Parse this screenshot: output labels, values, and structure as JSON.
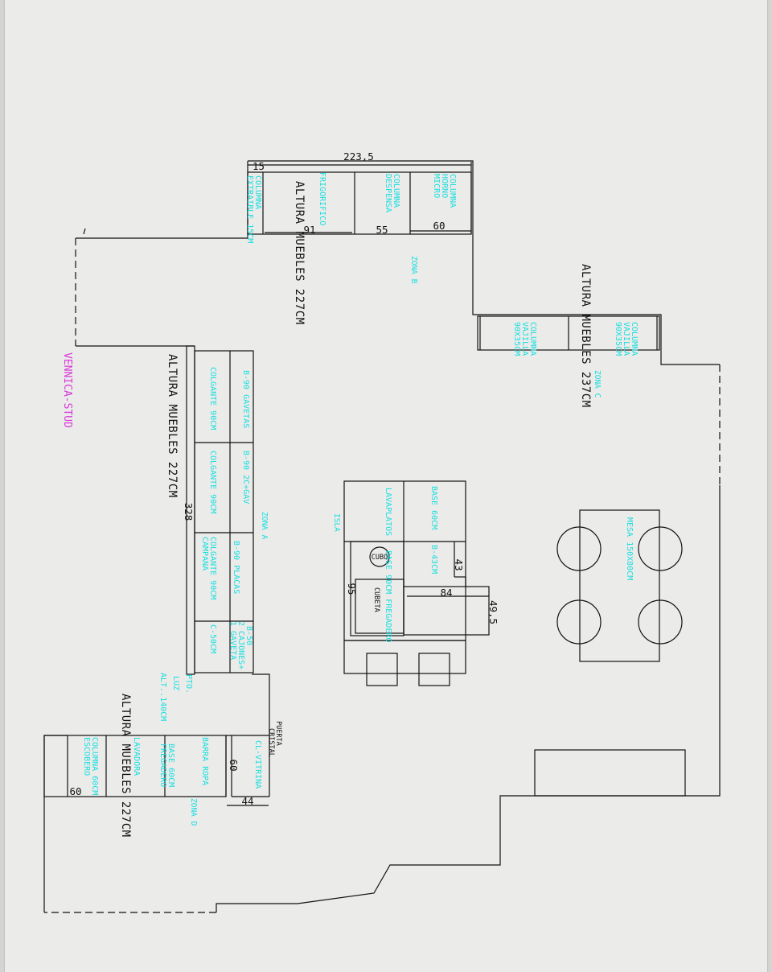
{
  "title_stamp": "VENNICA-STUD",
  "heights": {
    "zona_b": "ALTURA MUEBLES 227CM",
    "zona_c": "ALTURA MUEBLES 237CM",
    "zona_a": "ALTURA MUEBLES 227CM",
    "zona_d": "ALTURA MUEBLES 227CM"
  },
  "zones": {
    "a": "ZONA A",
    "b": "ZONA B",
    "c": "ZONA C",
    "d": "ZONA D",
    "isla": "ISLA"
  },
  "dimensions": {
    "top_total": "223,5",
    "top_15": "15",
    "top_91": "91",
    "top_55": "55",
    "top_60": "60",
    "left_328": "328",
    "isla_43": "43",
    "isla_84": "84",
    "isla_49_5": "49,5",
    "isla_95": "95",
    "d_60_vert": "60",
    "d_44": "44",
    "d_60_bottom": "60"
  },
  "zona_b_cabinets": [
    [
      "COLUMNA",
      "EXTRAIBLE 15CM"
    ],
    [
      "FRIGORIFICO"
    ],
    [
      "COLUMNA",
      "DESPENSA"
    ],
    [
      "COLUMNA",
      "HORNO",
      "MICRO"
    ]
  ],
  "zona_c_cabinets": [
    [
      "COLUMNA",
      "VAJILLA",
      "90X35CM"
    ],
    [
      "COLUMNA",
      "VAJILLA",
      "90X35CM"
    ]
  ],
  "zona_a_cabinets": [
    {
      "base": "B-90 GAVETAS",
      "wall": "COLGANTE 90CM"
    },
    {
      "base": "B-90 2C+GAV",
      "wall": "COLGANTE 90CM"
    },
    {
      "base": "B-90 PLACAS",
      "wall": [
        "COLGANTE 90CM",
        "CAMPANA"
      ]
    },
    {
      "base": [
        "B-50",
        "2 CAJONES+",
        "1 GAVETA"
      ],
      "wall": "C-50CM"
    }
  ],
  "isla": {
    "lavaplatos": "LAVAPLATOS",
    "base_60": "BASE 60CM",
    "b_43": "B-43CM",
    "base_90": "BASE 90CM FREGADERO",
    "cubo": "CUBO",
    "cubeta": "CUBETA"
  },
  "table": "MESA 150X80CM",
  "pto_luz": [
    "PTO.",
    "LUZ",
    "ALT..140CM"
  ],
  "puerta": [
    "PUERTA",
    "CRISTAL"
  ],
  "zona_d_cabinets": [
    [
      "COLUMNA 60CM",
      "ESCOBERO"
    ],
    [
      "LAVADORA"
    ],
    [
      "BASE 60CM",
      "FREGADERO"
    ],
    [
      "BARRA ROPA"
    ],
    [
      "CL-VITRINA"
    ]
  ]
}
